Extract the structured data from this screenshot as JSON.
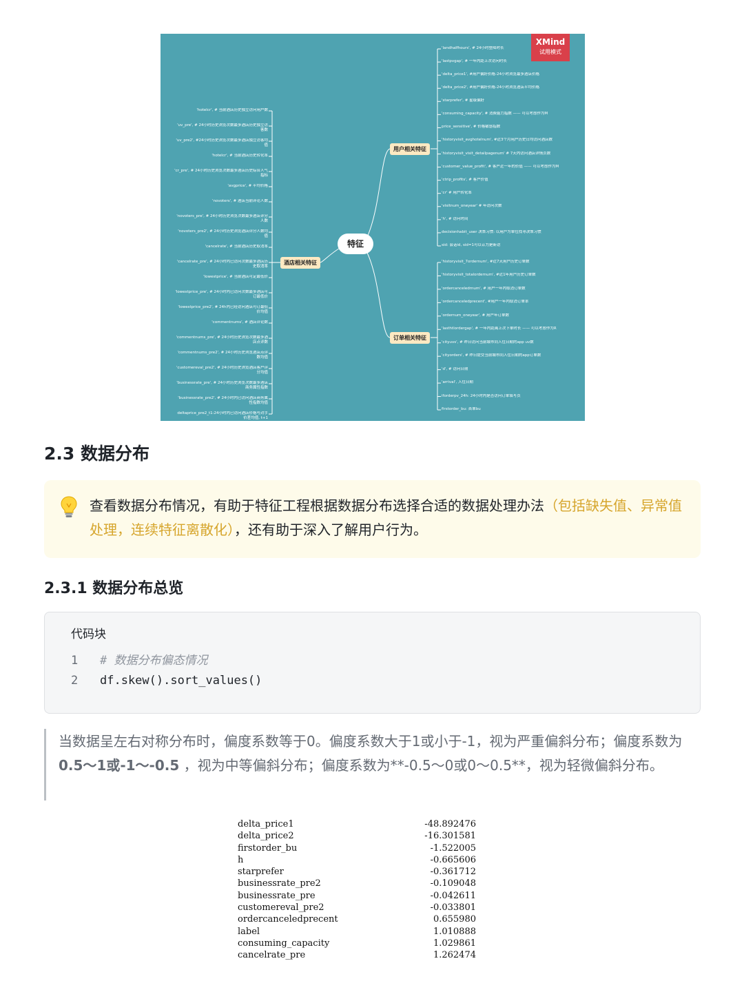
{
  "mindmap": {
    "badge": {
      "brand": "XMind",
      "mode": "试用模式"
    },
    "center": "特征",
    "branches": {
      "user": "用户相关特征",
      "hotel": "酒店相关特征",
      "order": "订单相关特征"
    },
    "user_leaves": [
      "'landhalfhours', # 24小时登陆时长",
      "'lastpvgap', # 一年内距上次访问时长",
      "'delta_price1', #用户偏好价格-24小时浏览最多酒店价格",
      "'delta_price2', #用户偏好价格-24小时浏览酒店平均价格",
      "'starprefer', # 星级偏好",
      "'consuming_capacity', # 消费能力指数 —— 可以考虑作为M",
      "price_sensitive', # 价格敏感指数",
      "'historyvisit_avghotelnum', #近3个月用户历史日均访问酒店数",
      "'historyvisit_visit_detailpagenum' # 7天内访问酒店详情页数",
      "'customer_value_profit', # 客户近一年的价值 —— 可以考虑作为M",
      "'ctrip_profits', # 客户价值",
      "'cr' # 用户转化率",
      "'visitnum_oneyear' # 年访问次数",
      "'h', # 访问时间",
      "decisionhabit_user 决策习惯: 以用户为单位找寻决策习惯",
      "sid: 会话id, sid=1可以认为是新访"
    ],
    "hotel_leaves": [
      "'hotelcr', # 当前酒店历史独立访问用户数",
      "'uv_pre', # 24小时历史浏览次数最多酒店历史独立访客数",
      "'uv_pre2', #24小时历史浏览次数最多酒店独立访客均值",
      "'hotelcr', # 当前酒店历史转化率",
      "'cr_pre', # 24小时历史浏览次数最多酒店历史综合人气指标",
      "'avgprice', # 平均价格",
      "'novoters', # 酒店当前评论人数",
      "'novoters_pre', # 24小时历史浏览次数最多酒店评分人数",
      "'novoters_pre2', # 24小时历史浏览酒店评分人数均值",
      "'cancelrate', # 当前酒店历史取消率",
      "'cancelrate_pre', # 24小时内已访问次数最多酒店历史取消率",
      "'lowestprice', # 当前酒店可定最低价",
      "'lowestprice_pre', # 24小时内已访问次数最多酒店可订最低价",
      "'lowestprice_pre2', # 24h内已经访问酒店可订最低价均值",
      "'commentnums', # 酒店评论数",
      "'commentnums_pre', # 24小时历史浏览次数最多酒店点评数",
      "'commentnums_pre2', # 24小时历史浏览酒店点评数均值",
      "'customereval_pre2', # 24小时历史浏览酒店客户评分均值",
      "'businessrate_pre', # 24小时历史浏览次数最多酒店商务属性指数",
      "'businessrate_pre2', # 24小时内已访问酒店商务属性指数均值",
      "deltaprice_pre2_t1:24小时内已访问酒店价格与对手价差均值, t+1"
    ],
    "order_leaves": [
      "'historyvisit_7ordernum', #近7天用户历史订单数",
      "'historyvisit_totalordernum', #近1年用户历史订单数",
      "'ordercanceledrnum', # 用户一年内取消订单数",
      "'ordercanceledprecent', #用户一年内取消订单率",
      "'ordernum_oneyear', # 用户年订单数",
      "'lasthtlordergap', # 一年内距离上次下单时长 —— 可以考虑作为R",
      "'cityuvs', # 昨日访问当前城市同入住日期的app uv数",
      "'cityorders', # 昨日提交当前城市同入住日期的app订单数",
      "'d', # 访问日期",
      "'arrival', 入住日期",
      "iforderpv_24h: 24小时内是否访问订单填写页",
      "firstorder_bu: 首单bu"
    ]
  },
  "section": {
    "title": "2.3 数据分布"
  },
  "callout": {
    "icon": "lightbulb-icon",
    "text_a": "查看数据分布情况，有助于特征工程根据数据分布选择合适的数据处理办法",
    "text_hl": "（包括缺失值、异常值处理，连续特征离散化）",
    "text_b": "，还有助于深入了解用户行为。"
  },
  "subsection": {
    "title": "2.3.1 数据分布总览"
  },
  "code": {
    "label": "代码块",
    "lines": [
      {
        "num": "1",
        "text": "# 数据分布偏态情况",
        "kind": "comment"
      },
      {
        "num": "2",
        "text": "df.skew().sort_values()",
        "kind": "code"
      }
    ]
  },
  "quote": {
    "part1": "当数据呈左右对称分布时，偏度系数等于0。偏度系数大于1或小于-1，视为严重偏斜分布；偏度系数为 ",
    "bold": "0.5～1或-1～-0.5",
    "part2": " ，视为中等偏斜分布；偏度系数为**-0.5～0或0～0.5**，视为轻微偏斜分布。"
  },
  "skew_table": [
    {
      "name": "delta_price1",
      "value": "-48.892476"
    },
    {
      "name": "delta_price2",
      "value": "-16.301581"
    },
    {
      "name": "firstorder_bu",
      "value": "-1.522005"
    },
    {
      "name": "h",
      "value": "-0.665606"
    },
    {
      "name": "starprefer",
      "value": "-0.361712"
    },
    {
      "name": "businessrate_pre2",
      "value": "-0.109048"
    },
    {
      "name": "businessrate_pre",
      "value": "-0.042611"
    },
    {
      "name": "customereval_pre2",
      "value": "-0.033801"
    },
    {
      "name": "ordercanceledprecent",
      "value": "0.655980"
    },
    {
      "name": "label",
      "value": "1.010888"
    },
    {
      "name": "consuming_capacity",
      "value": "1.029861"
    },
    {
      "name": "cancelrate_pre",
      "value": "1.262474"
    }
  ],
  "colors": {
    "mindmap_bg": "#4fa3b1",
    "callout_bg": "#fefbea",
    "highlight": "#d6a52c"
  }
}
